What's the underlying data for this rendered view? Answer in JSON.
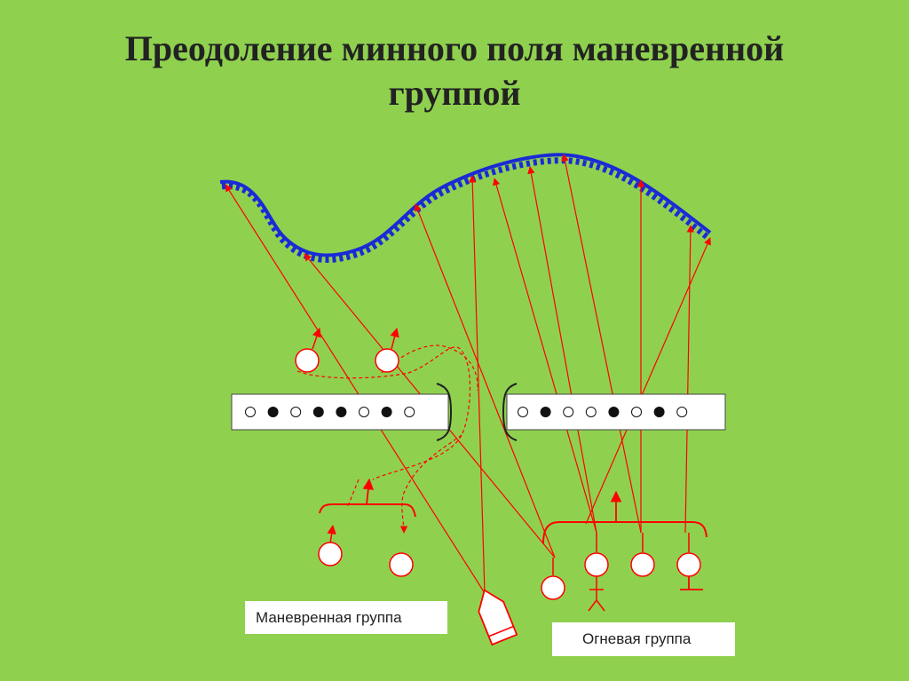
{
  "slide": {
    "title_line1": "Преодоление минного поля маневренной",
    "title_line2": "группой"
  },
  "legend": {
    "maneuver_group": "Маневренная группа",
    "fire_group": "Огневая группа"
  },
  "colors": {
    "background": "#8fd14f",
    "enemy_line": "#1a2bd6",
    "own_forces": "#ff0000",
    "minefield_strip": "#ffffff"
  },
  "minefield": {
    "left_strip_mines": [
      "empty",
      "filled",
      "empty",
      "filled",
      "filled",
      "empty",
      "filled",
      "empty"
    ],
    "right_strip_mines": [
      "empty",
      "filled",
      "empty",
      "empty",
      "filled",
      "empty",
      "filled",
      "empty"
    ]
  }
}
